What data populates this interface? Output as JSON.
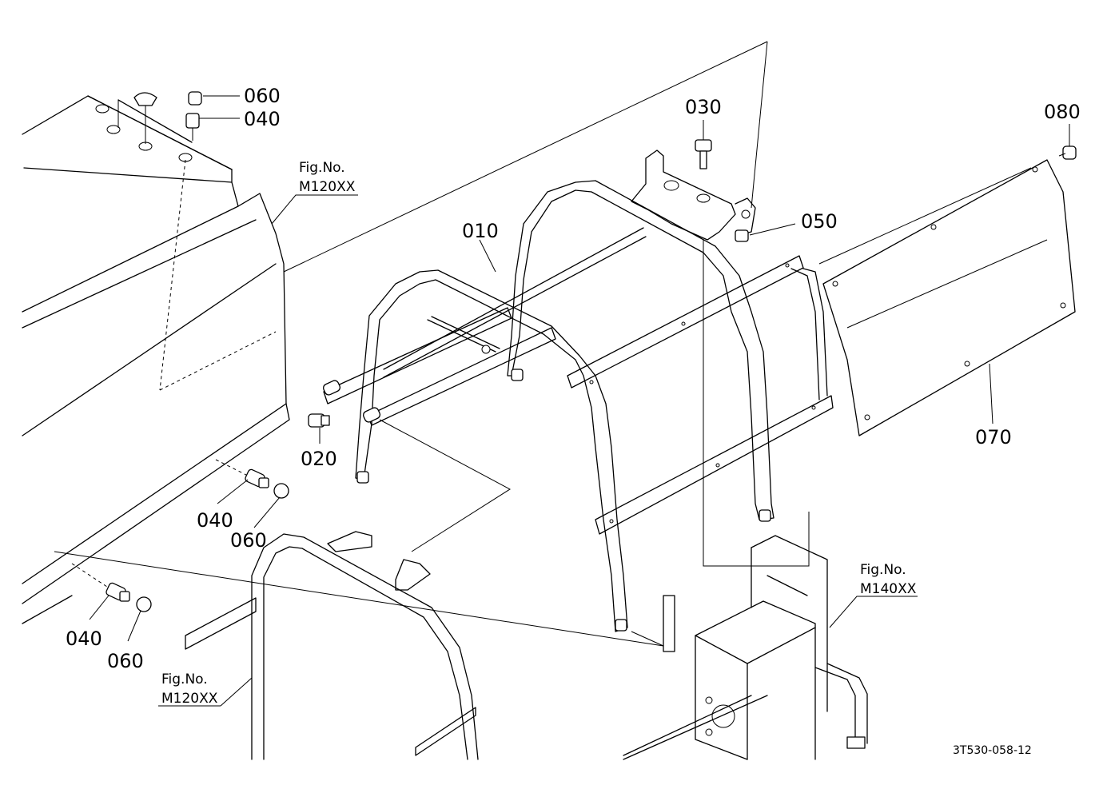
{
  "diagram": {
    "figure_code": "3T530-058-12",
    "part_labels": {
      "p010": "010",
      "p020": "020",
      "p030": "030",
      "p040_top": "040",
      "p040_mid": "040",
      "p040_low": "040",
      "p050": "050",
      "p060_top": "060",
      "p060_mid": "060",
      "p060_low": "060",
      "p070": "070",
      "p080": "080"
    },
    "figure_refs": {
      "ref_upper": {
        "line1": "Fig.No.",
        "line2": "M120XX"
      },
      "ref_lower": {
        "line1": "Fig.No.",
        "line2": "M120XX"
      },
      "ref_right": {
        "line1": "Fig.No.",
        "line2": "M140XX"
      }
    }
  }
}
